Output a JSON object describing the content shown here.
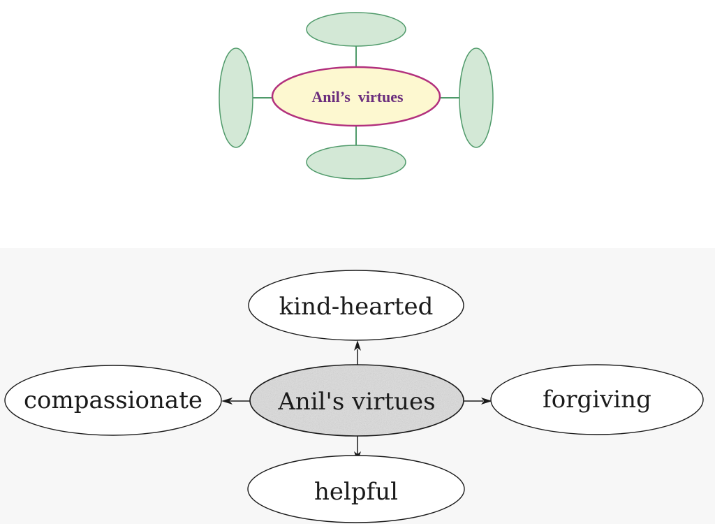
{
  "template_diagram": {
    "center": {
      "label": "Anil’s  virtues"
    },
    "branches": [
      {
        "position": "top",
        "label": ""
      },
      {
        "position": "left",
        "label": ""
      },
      {
        "position": "right",
        "label": ""
      },
      {
        "position": "bottom",
        "label": ""
      }
    ],
    "colors": {
      "leaf_fill": "#d3e8d6",
      "leaf_stroke": "#4f9a6a",
      "center_fill": "#fdf8d0",
      "center_stroke": "#b2307d",
      "center_text": "#6a2d7d"
    }
  },
  "answer_diagram": {
    "center": {
      "label": "Anil's virtues"
    },
    "branches": [
      {
        "position": "top",
        "label": "kind-hearted"
      },
      {
        "position": "left",
        "label": "compassionate"
      },
      {
        "position": "right",
        "label": "forgiving"
      },
      {
        "position": "bottom",
        "label": "helpful"
      }
    ],
    "colors": {
      "node_stroke": "#1a1a1a",
      "center_fill": "#d9d9d9"
    }
  }
}
